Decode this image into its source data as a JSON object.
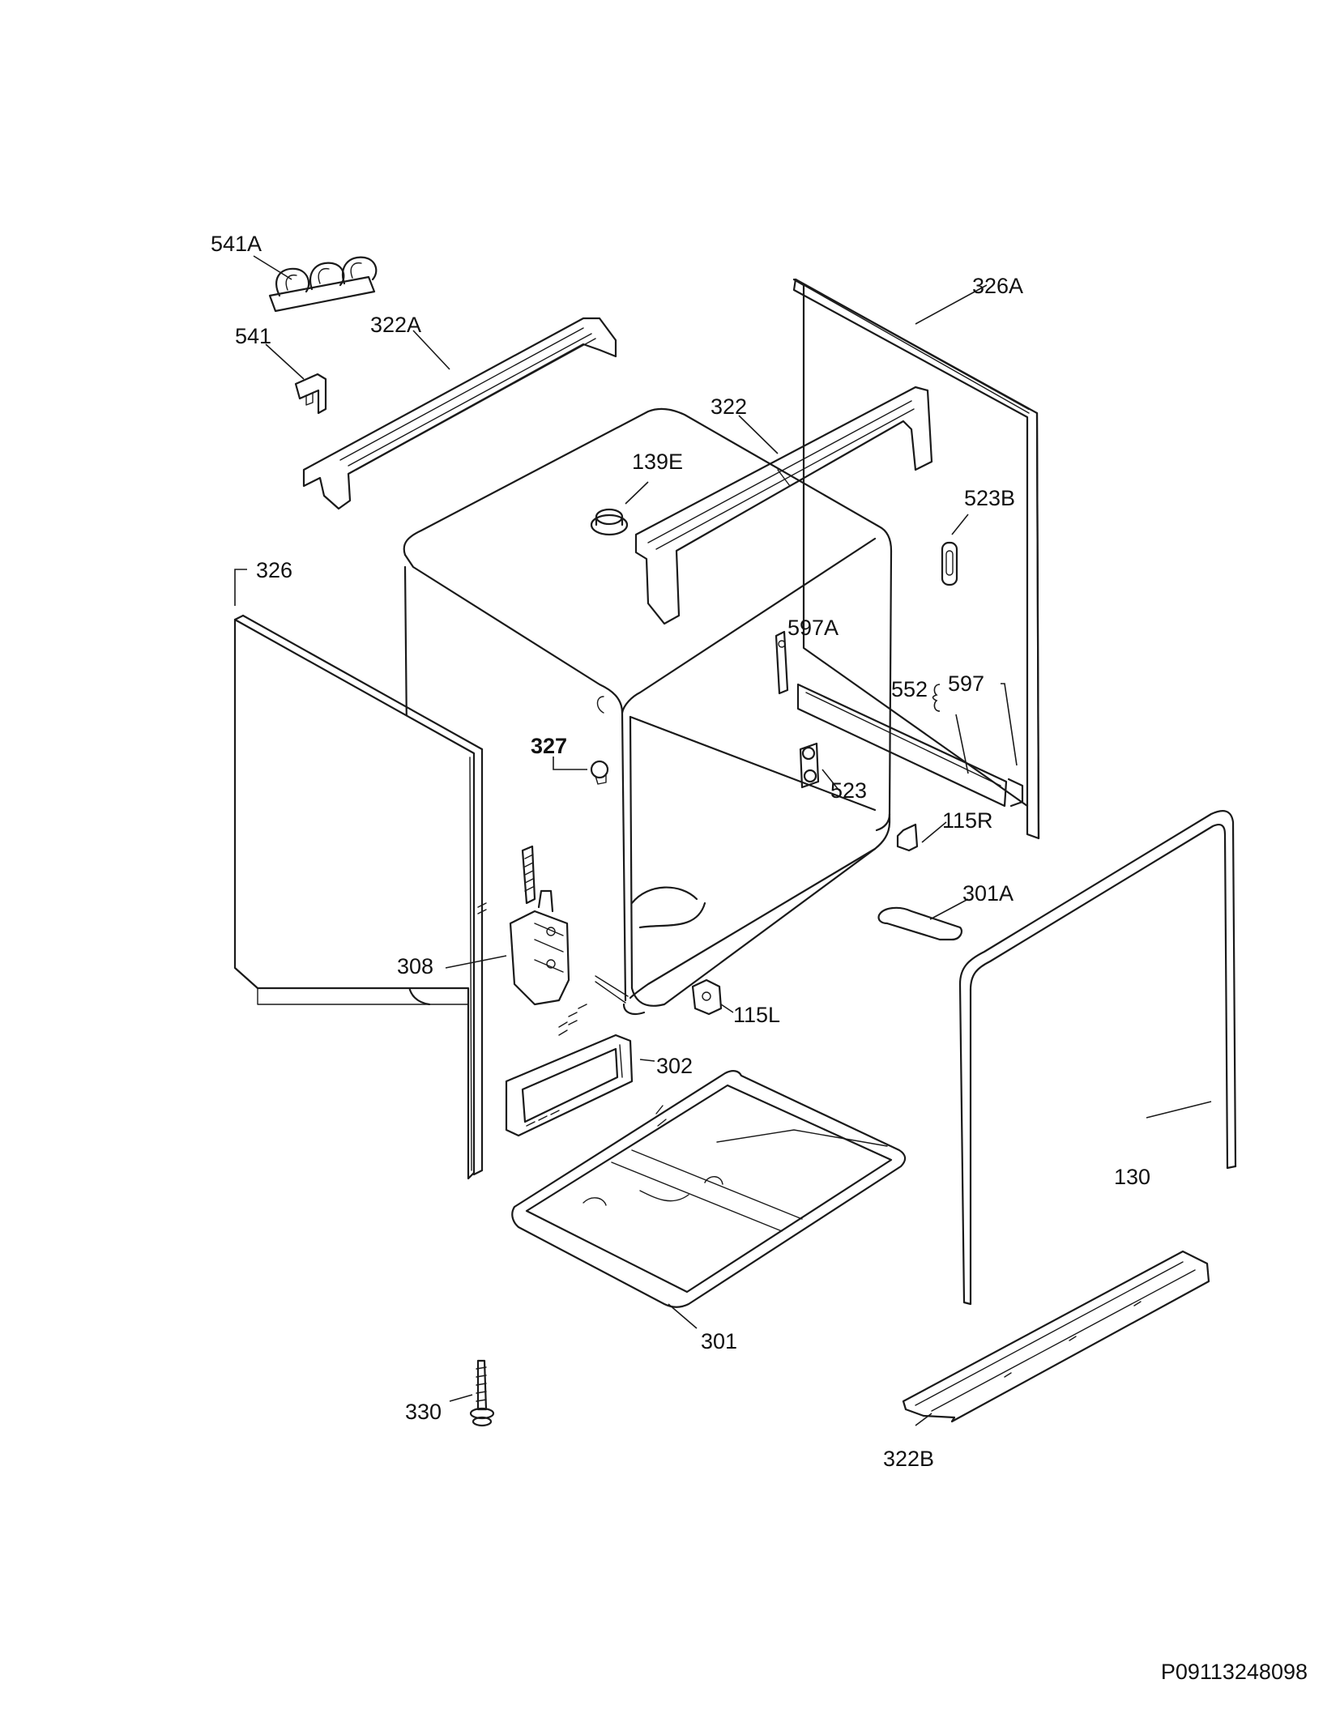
{
  "labels": {
    "p541A": "541A",
    "p322A": "322A",
    "p541": "541",
    "p326A": "326A",
    "p322": "322",
    "p139E": "139E",
    "p523B": "523B",
    "p326": "326",
    "p597A": "597A",
    "p552": "552",
    "p597": "597",
    "p327": "327",
    "p523": "523",
    "p115R": "115R",
    "p301A": "301A",
    "p308": "308",
    "p115L": "115L",
    "p302": "302",
    "p130": "130",
    "p301": "301",
    "p330": "330",
    "p322B": "322B"
  },
  "diagram_code": "P09113248098"
}
